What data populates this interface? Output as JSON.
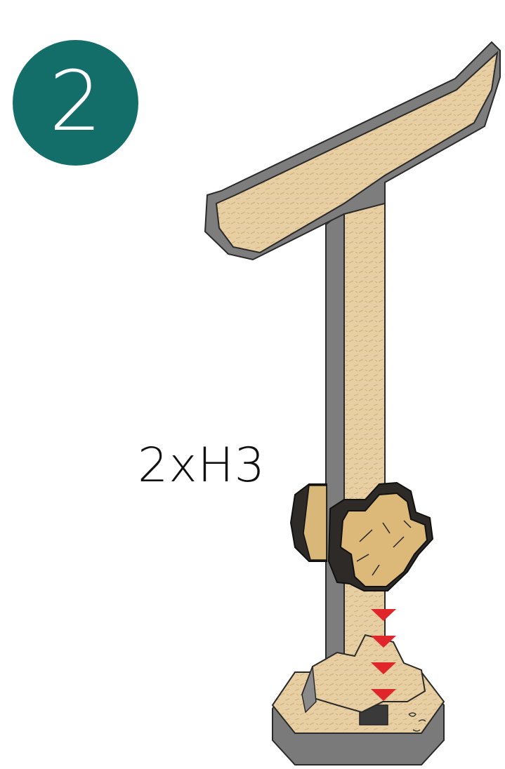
{
  "step": {
    "number": "2"
  },
  "part_label": "2xH3",
  "colors": {
    "badge": "#136e6a",
    "wood": "#e7cfa3",
    "edge_gray": "#7d7d7d",
    "dark_edge": "#2d2a27",
    "arrow_red": "#e0262a"
  },
  "arrows": {
    "count": 4,
    "direction": "down"
  }
}
